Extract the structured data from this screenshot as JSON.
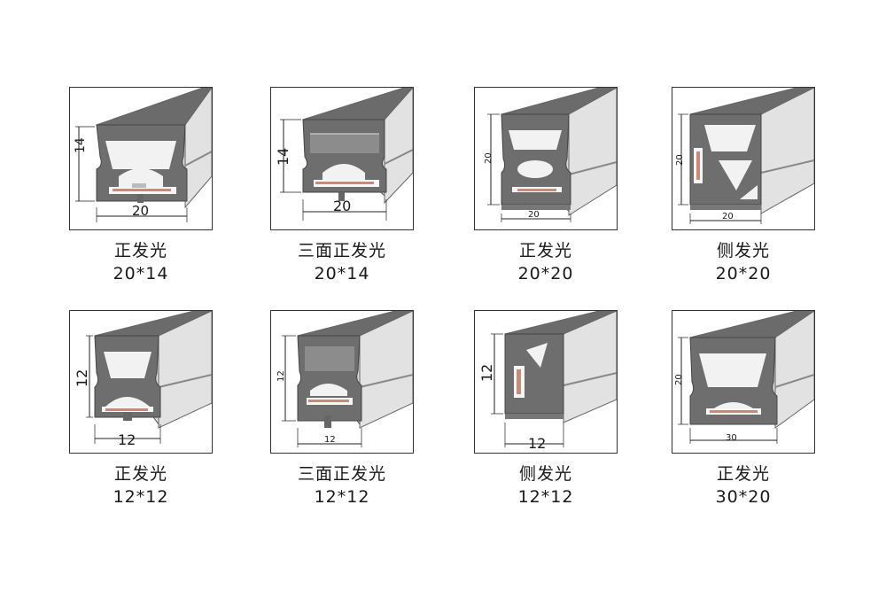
{
  "profiles": [
    {
      "type": "正发光",
      "size": "20*14",
      "width_dim": "20",
      "height_dim": "14",
      "variant": "top"
    },
    {
      "type": "三面正发光",
      "size": "20*14",
      "width_dim": "20",
      "height_dim": "14",
      "variant": "three"
    },
    {
      "type": "正发光",
      "size": "20*20",
      "width_dim": "20",
      "height_dim": "20",
      "variant": "top-tall"
    },
    {
      "type": "侧发光",
      "size": "20*20",
      "width_dim": "20",
      "height_dim": "20",
      "variant": "side"
    },
    {
      "type": "正发光",
      "size": "12*12",
      "width_dim": "12",
      "height_dim": "12",
      "variant": "top"
    },
    {
      "type": "三面正发光",
      "size": "12*12",
      "width_dim": "12",
      "height_dim": "12",
      "variant": "three"
    },
    {
      "type": "侧发光",
      "size": "12*12",
      "width_dim": "12",
      "height_dim": "12",
      "variant": "side-small"
    },
    {
      "type": "正发光",
      "size": "30*20",
      "width_dim": "30",
      "height_dim": "20",
      "variant": "wide"
    }
  ]
}
